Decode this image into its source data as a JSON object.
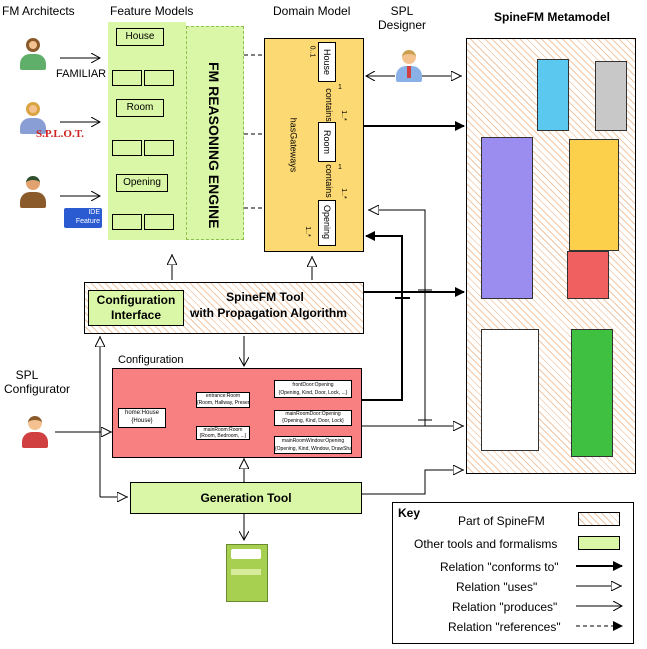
{
  "headers": {
    "fm_architects": "FM Architects",
    "feature_models": "Feature Models",
    "domain_model": "Domain Model",
    "spl_designer": "SPL\nDesigner",
    "spinefm_metamodel": "SpineFM Metamodel"
  },
  "feature_models": {
    "house": "House",
    "room": "Room",
    "opening": "Opening",
    "familiar": "FAMILIAR",
    "splot": "S.P.L.O.T.",
    "ide_feature": "IDE Feature"
  },
  "fm_engine": "FM REASONING ENGINE",
  "domain": {
    "house": "House",
    "room": "Room",
    "opening": "Opening",
    "contains1": "contains",
    "contains2": "contains",
    "has_gateways": "hasGateways",
    "mult_01": "0..1",
    "mult_1": "1",
    "mult_1star": "1..*",
    "mult_1b": "1",
    "mult_1starb": "1..*",
    "mult_star": "1..*"
  },
  "spinefm_tool": {
    "title": "SpineFM Tool",
    "subtitle": "with Propagation Algorithm",
    "config_interface": "Configuration Interface"
  },
  "configuration": {
    "title": "Configuration",
    "home": "home:House\n{House}",
    "entrance": "entrance:Room\n{Room, Hallway, Presence Actuators, ...}",
    "main_room": "mainRoom:Room\n{Room, Bedroom, ...}",
    "front_door": "frontDoor:Opening\n{Opening, Kind, Door, Lock, ...}",
    "main_room_door": "mainRoomDoor:Opening\n{Opening, Kind, Door, Lock}",
    "main_room_window": "mainRoomWindow:Opening\n{Opening, Kind, Window, DrawShade}"
  },
  "spl_configurator": "SPL\nConfigurator",
  "generation_tool": "Generation Tool",
  "key": {
    "title": "Key",
    "part_of": "Part of SpineFM",
    "other_tools": "Other tools and formalisms",
    "conforms_to": "Relation \"conforms to\"",
    "uses": "Relation \"uses\"",
    "produces": "Relation \"produces\"",
    "references": "Relation \"references\""
  },
  "colors": {
    "hatch": "#f2c9a6",
    "green": "#d9f7a6",
    "yellow": "#fcd973",
    "config_red": "#f88080",
    "meta_blue": "#5bc8f0",
    "meta_purple": "#9b8cf0",
    "meta_yellow": "#fcd04a",
    "meta_red": "#f06060",
    "meta_green": "#40c040",
    "meta_gray": "#c0c0c0"
  }
}
